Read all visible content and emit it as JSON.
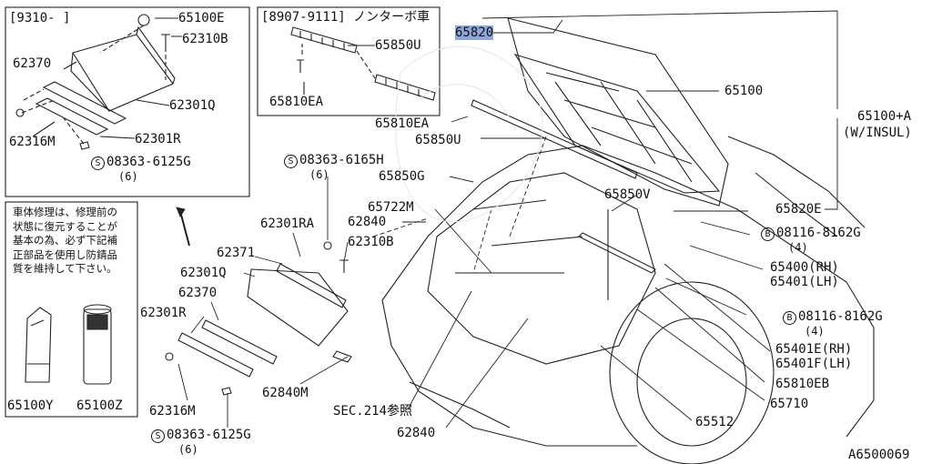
{
  "inset_topleft": {
    "title": "[9310-      ]",
    "labels": {
      "p65100E": "65100E",
      "p62310B": "62310B",
      "p62370": "62370",
      "p62301Q": "62301Q",
      "p62316M": "62316M",
      "p62301R": "62301R",
      "screw_code": "08363-6125G",
      "screw_qty": "(6)"
    }
  },
  "inset_top": {
    "title": "[8907-9111] ノンターボ車",
    "labels": {
      "p65850U": "65850U",
      "p65810EA": "65810EA"
    }
  },
  "note_text": "車体修理は、修理前の状態に復元することが基本の為、必ず下記補正部品を使用し防錆品質を維持して下さい。",
  "products": {
    "left": "65100Y",
    "right": "65100Z"
  },
  "main": {
    "p65820": "65820",
    "p65100": "65100",
    "p65100A": "65100+A",
    "p65100A_sub": "(W/INSUL)",
    "p65810EA": "65810EA",
    "p65850U": "65850U",
    "p65850G": "65850G",
    "p65722M": "65722M",
    "p62840a": "62840",
    "p62310B": "62310B",
    "p62301RA": "62301RA",
    "p62371": "62371",
    "p62301Q": "62301Q",
    "p62370": "62370",
    "p62301R": "62301R",
    "p62316M": "62316M",
    "p62840M": "62840M",
    "sec214": "SEC.214参照",
    "p62840b": "62840",
    "p65850V": "65850V",
    "p65820E": "65820E",
    "bolt1": "08116-8162G",
    "bolt1_qty": "(4)",
    "p65400": "65400(RH)",
    "p65401": "65401(LH)",
    "bolt2": "08116-8162G",
    "bolt2_qty": "(4)",
    "p65401E": "65401E(RH)",
    "p65401F": "65401F(LH)",
    "p65810EB": "65810EB",
    "p65710": "65710",
    "p65512": "65512",
    "screw_top_code": "08363-6165H",
    "screw_top_qty": "(6)",
    "screw_bot_code": "08363-6125G",
    "screw_bot_qty": "(6)"
  },
  "circle_letters": {
    "s": "S",
    "b": "B"
  },
  "diagram_id": "A6500069"
}
